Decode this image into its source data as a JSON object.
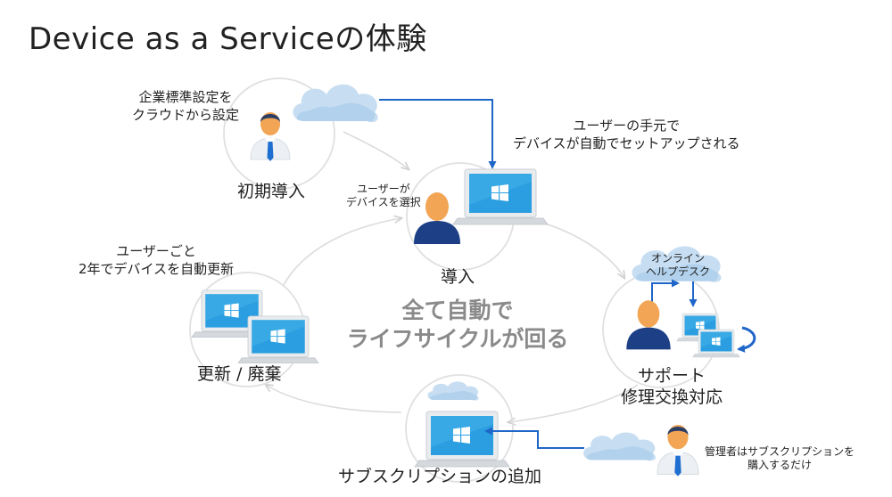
{
  "page": {
    "title": "Device as a Serviceの体験"
  },
  "stages": {
    "initial": {
      "label": "初期導入",
      "note_line1": "企業標準設定を",
      "note_line2": "クラウドから設定"
    },
    "deploy": {
      "label": "導入",
      "note_line1": "ユーザーが",
      "note_line2": "デバイスを選択"
    },
    "setup_note": {
      "line1": "ユーザーの手元で",
      "line2": "デバイスが自動でセットアップされる"
    },
    "support": {
      "label_line1": "サポート",
      "label_line2": "修理交換対応",
      "cloud_line1": "オンライン",
      "cloud_line2": "ヘルプデスク"
    },
    "subscription": {
      "label": "サブスクリプションの追加"
    },
    "admin_note": {
      "line1": "管理者はサブスクリプションを",
      "line2": "購入するだけ"
    },
    "renew": {
      "label": "更新 / 廃棄",
      "note_line1": "ユーザーごと",
      "note_line2": "2年でデバイスを自動更新"
    }
  },
  "center": {
    "line1": "全て自動で",
    "line2": "ライフサイクルが回る"
  },
  "colors": {
    "arrow_blue": "#1f66c8",
    "circle_gray": "#dcdcdc",
    "cloud_light": "#bcd8ef",
    "screen_blue": "#2a9ee0",
    "person_orange": "#f2a554",
    "person_navy": "#1c3f86",
    "tie_blue": "#1e6fd0"
  }
}
